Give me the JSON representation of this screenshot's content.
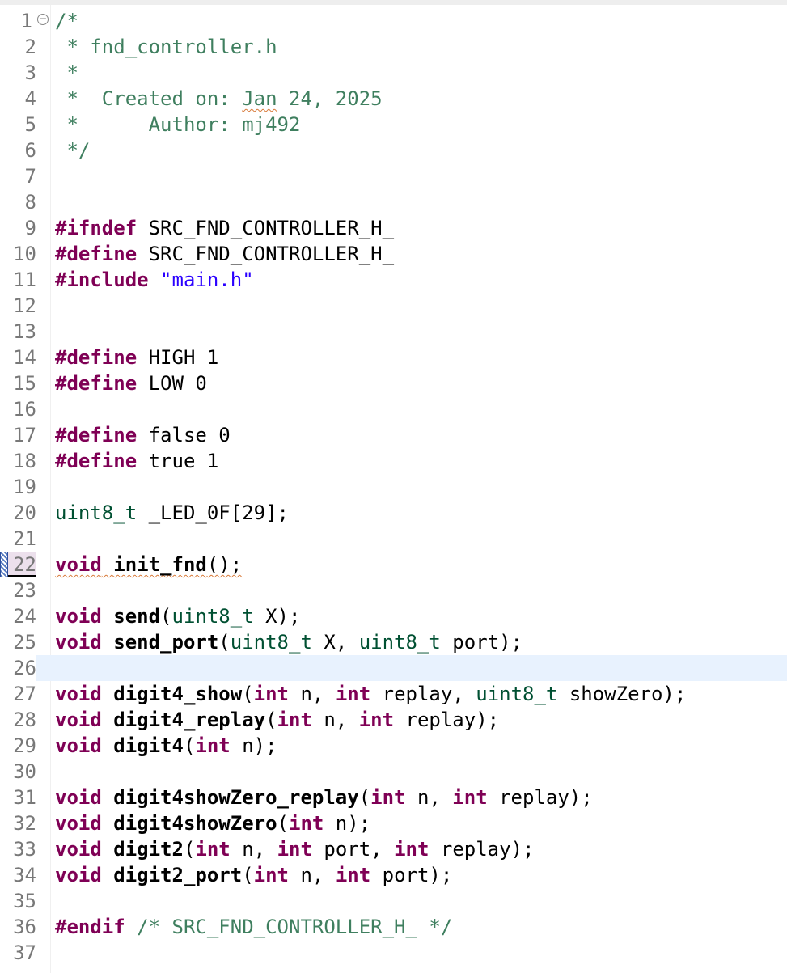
{
  "editor": {
    "lines": [
      {
        "n": "1",
        "c": "/*"
      },
      {
        "n": "2",
        "c": " * fnd_controller.h"
      },
      {
        "n": "3",
        "c": " *"
      },
      {
        "n": "4",
        "c1": " *  Created on: ",
        "c2": "Jan",
        "c3": " 24, 2025"
      },
      {
        "n": "5",
        "c": " *      Author: mj492"
      },
      {
        "n": "6",
        "c": " */"
      },
      {
        "n": "7"
      },
      {
        "n": "8"
      },
      {
        "n": "9",
        "kw": "#ifndef",
        "rest": " SRC_FND_CONTROLLER_H_"
      },
      {
        "n": "10",
        "kw": "#define",
        "rest": " SRC_FND_CONTROLLER_H_"
      },
      {
        "n": "11",
        "kw": "#include",
        "rest": " ",
        "str": "\"main.h\""
      },
      {
        "n": "12"
      },
      {
        "n": "13"
      },
      {
        "n": "14",
        "kw": "#define",
        "rest": " HIGH 1"
      },
      {
        "n": "15",
        "kw": "#define",
        "rest": " LOW 0"
      },
      {
        "n": "16"
      },
      {
        "n": "17",
        "kw": "#define",
        "rest": " false 0"
      },
      {
        "n": "18",
        "kw": "#define",
        "rest": " true 1"
      },
      {
        "n": "19"
      },
      {
        "n": "20",
        "ty": "uint8_t",
        "rest": " _LED_0F[29];"
      },
      {
        "n": "21"
      },
      {
        "n": "22",
        "kw": "void",
        "fn": "init_fnd",
        "rest": "();"
      },
      {
        "n": "23"
      },
      {
        "n": "24",
        "kw": "void",
        "fn": "send",
        "p1": "(",
        "t1": "uint8_t",
        "p2": " X);"
      },
      {
        "n": "25",
        "kw": "void",
        "fn": "send_port",
        "p1": "(",
        "t1": "uint8_t",
        "p2": " X, ",
        "t2": "uint8_t",
        "p3": " port);"
      },
      {
        "n": "26"
      },
      {
        "n": "27",
        "kw": "void",
        "fn": "digit4_show",
        "p1": "(",
        "k1": "int",
        "p2": " n, ",
        "k2": "int",
        "p3": " replay, ",
        "t1": "uint8_t",
        "p4": " showZero);"
      },
      {
        "n": "28",
        "kw": "void",
        "fn": "digit4_replay",
        "p1": "(",
        "k1": "int",
        "p2": " n, ",
        "k2": "int",
        "p3": " replay);"
      },
      {
        "n": "29",
        "kw": "void",
        "fn": "digit4",
        "p1": "(",
        "k1": "int",
        "p2": " n);"
      },
      {
        "n": "30"
      },
      {
        "n": "31",
        "kw": "void",
        "fn": "digit4showZero_replay",
        "p1": "(",
        "k1": "int",
        "p2": " n, ",
        "k2": "int",
        "p3": " replay);"
      },
      {
        "n": "32",
        "kw": "void",
        "fn": "digit4showZero",
        "p1": "(",
        "k1": "int",
        "p2": " n);"
      },
      {
        "n": "33",
        "kw": "void",
        "fn": "digit2",
        "p1": "(",
        "k1": "int",
        "p2": " n, ",
        "k2": "int",
        "p3": " port, ",
        "k3": "int",
        "p4": " replay);"
      },
      {
        "n": "34",
        "kw": "void",
        "fn": "digit2_port",
        "p1": "(",
        "k1": "int",
        "p2": " n, ",
        "k2": "int",
        "p3": " port);"
      },
      {
        "n": "35"
      },
      {
        "n": "36",
        "kw": "#endif",
        "cm": " /* SRC_FND_CONTROLLER_H_ */"
      },
      {
        "n": "37"
      }
    ]
  }
}
